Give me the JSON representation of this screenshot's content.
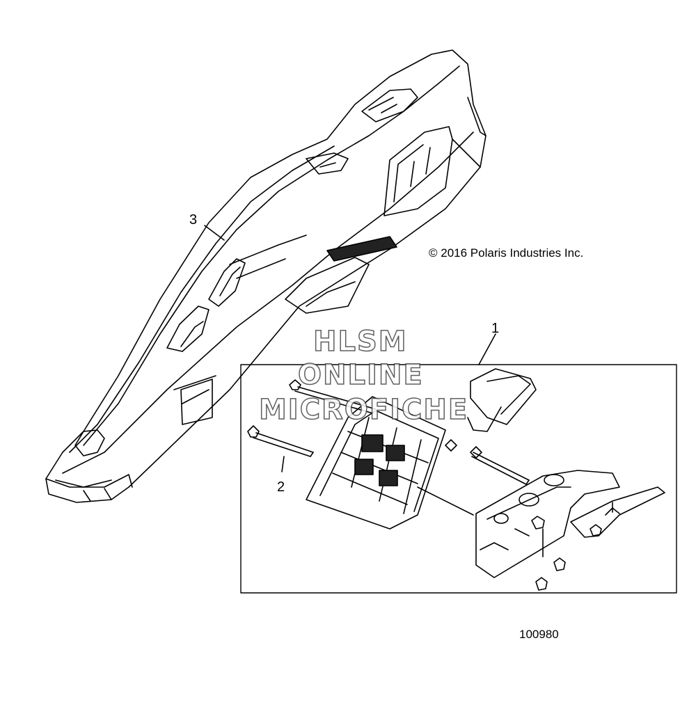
{
  "callouts": {
    "one": "1",
    "two": "2",
    "three": "3"
  },
  "copyright": "© 2016 Polaris Industries Inc.",
  "figure_number": "100980",
  "watermark": {
    "line1": "HLSM",
    "line2": "ONLINE",
    "line3": "MICROFICHE"
  },
  "colors": {
    "line": "#000000",
    "fill": "#ffffff",
    "shade": "#222222"
  }
}
